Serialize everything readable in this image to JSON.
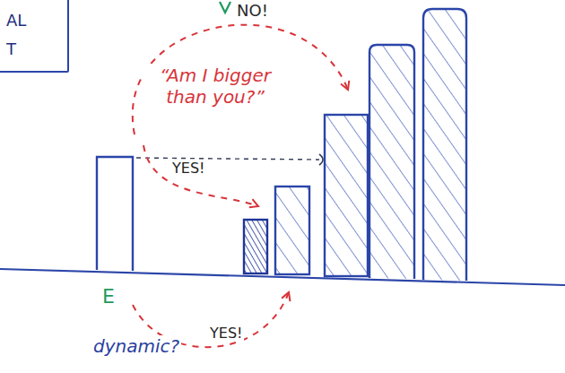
{
  "diagram": {
    "nodes": [
      {
        "text": [
          "AL T"
        ]
      }
    ],
    "labels": [
      "NO!",
      "“Am I bigger than you?”",
      "YES!",
      "YES!",
      "E",
      "dynamic?"
    ]
  }
}
